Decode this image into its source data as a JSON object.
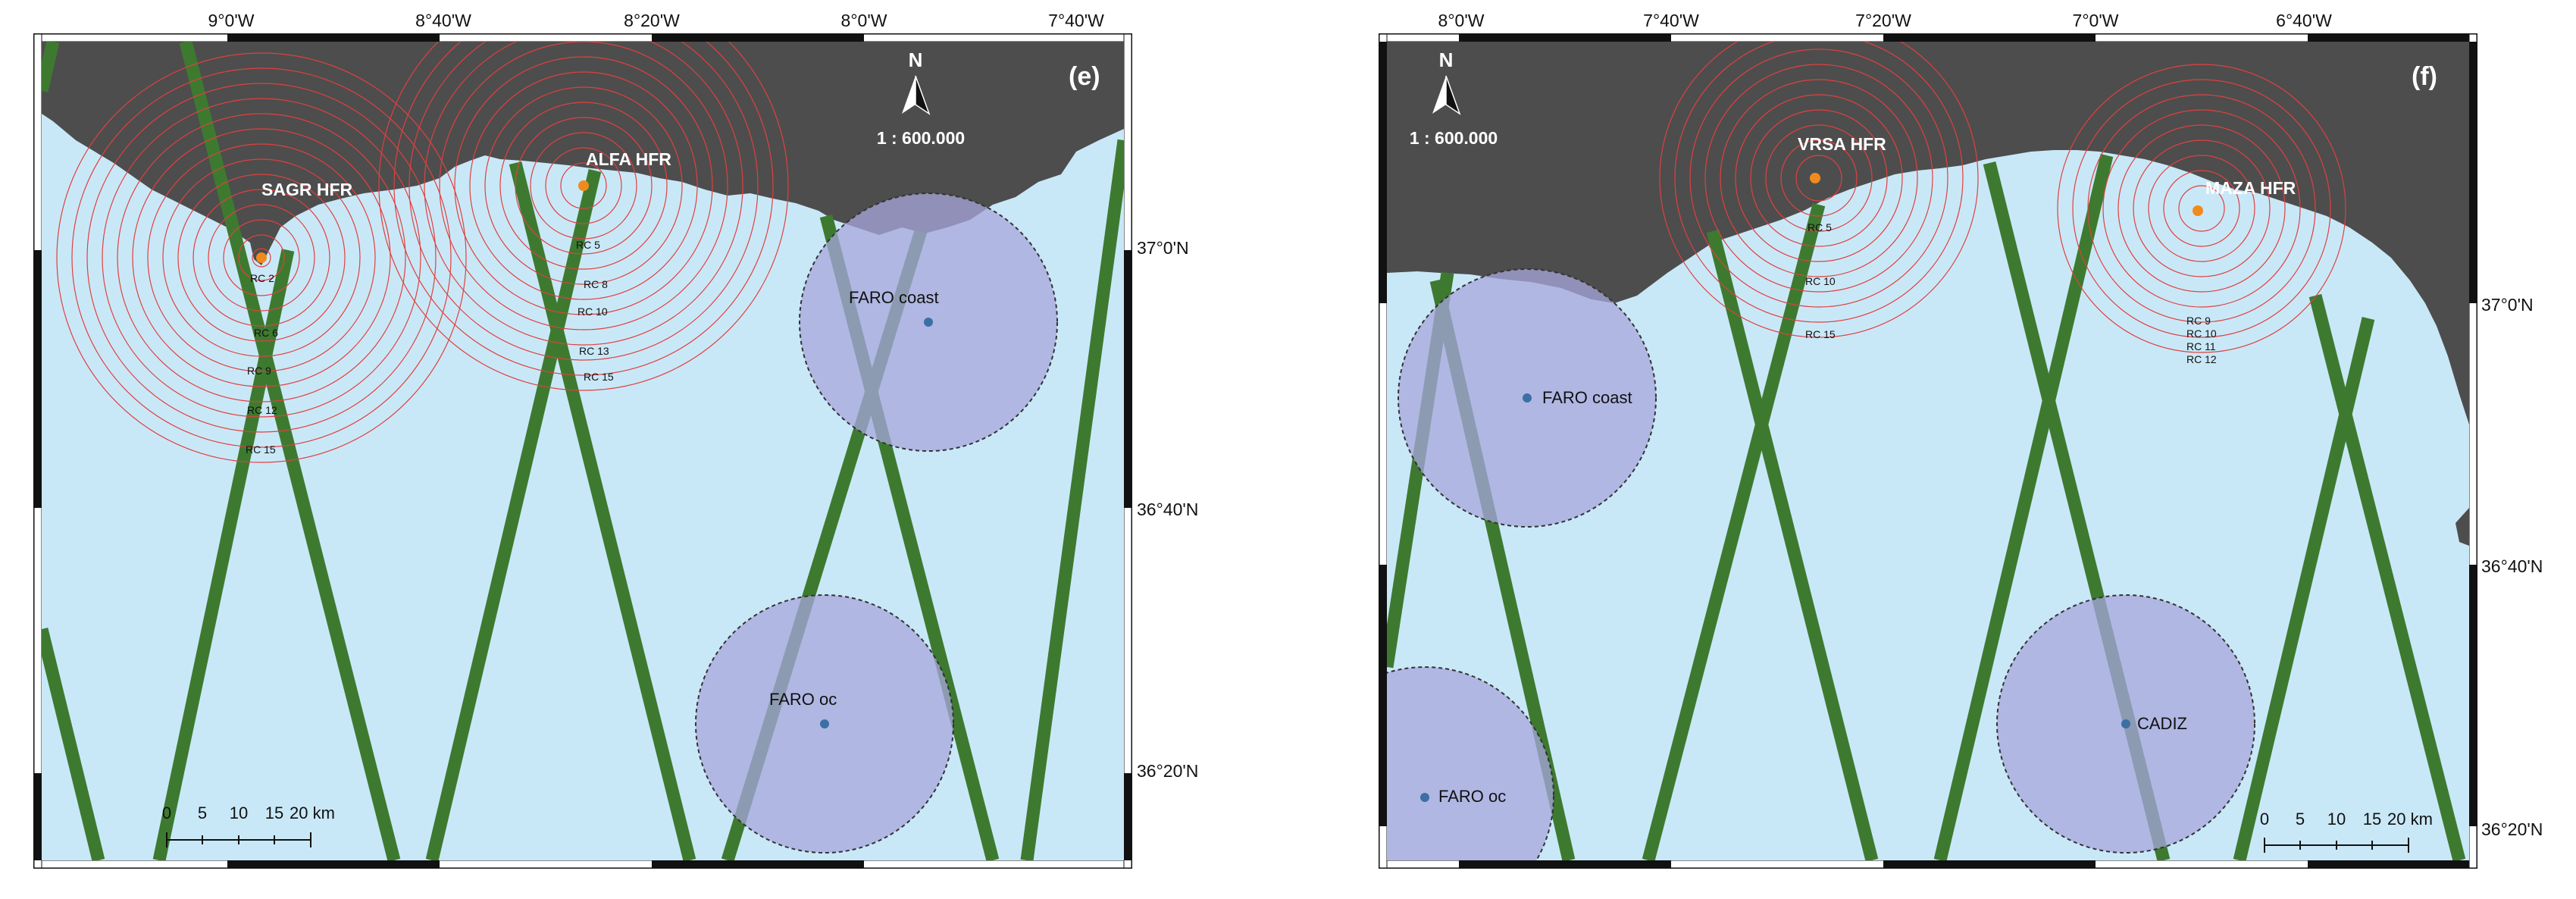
{
  "panel_e": {
    "label": "(e)",
    "scale_ratio": "1 : 600.000",
    "north": "N",
    "lon_ticks": [
      "9°0'W",
      "8°40'W",
      "8°20'W",
      "8°0'W",
      "7°40'W"
    ],
    "lat_ticks": [
      "37°0'N",
      "36°40'N",
      "36°20'N"
    ],
    "hfr": [
      {
        "name": "SAGR HFR",
        "rc": [
          "RC 2",
          "RC 6",
          "RC 9",
          "RC 12",
          "RC 15"
        ]
      },
      {
        "name": "ALFA HFR",
        "rc": [
          "RC 5",
          "RC 8",
          "RC 10",
          "RC 13",
          "RC 15"
        ]
      }
    ],
    "stations": [
      "FARO coast",
      "FARO oc"
    ],
    "scalebar": [
      "0",
      "5",
      "10",
      "15",
      "20 km"
    ]
  },
  "panel_f": {
    "label": "(f)",
    "scale_ratio": "1 : 600.000",
    "north": "N",
    "lon_ticks": [
      "8°0'W",
      "7°40'W",
      "7°20'W",
      "7°0'W",
      "6°40'W"
    ],
    "lat_ticks": [
      "37°0'N",
      "36°40'N",
      "36°20'N"
    ],
    "hfr": [
      {
        "name": "VRSA HFR",
        "rc": [
          "RC 5",
          "RC 10",
          "RC 15"
        ]
      },
      {
        "name": "MAZA HFR",
        "rc": [
          "RC 9",
          "RC 10",
          "RC 11",
          "RC 12"
        ]
      }
    ],
    "stations": [
      "FARO coast",
      "CADIZ",
      "FARO oc"
    ],
    "scalebar": [
      "0",
      "5",
      "10",
      "15",
      "20 km"
    ]
  },
  "colors": {
    "sea": "#c9e8f7",
    "land": "#4d4d4d",
    "track": "#3d7a30",
    "circle": "#a7a7dc",
    "ring": "#e04040",
    "station": "#3c6fa6",
    "hfr_dot": "#f08a1c"
  }
}
